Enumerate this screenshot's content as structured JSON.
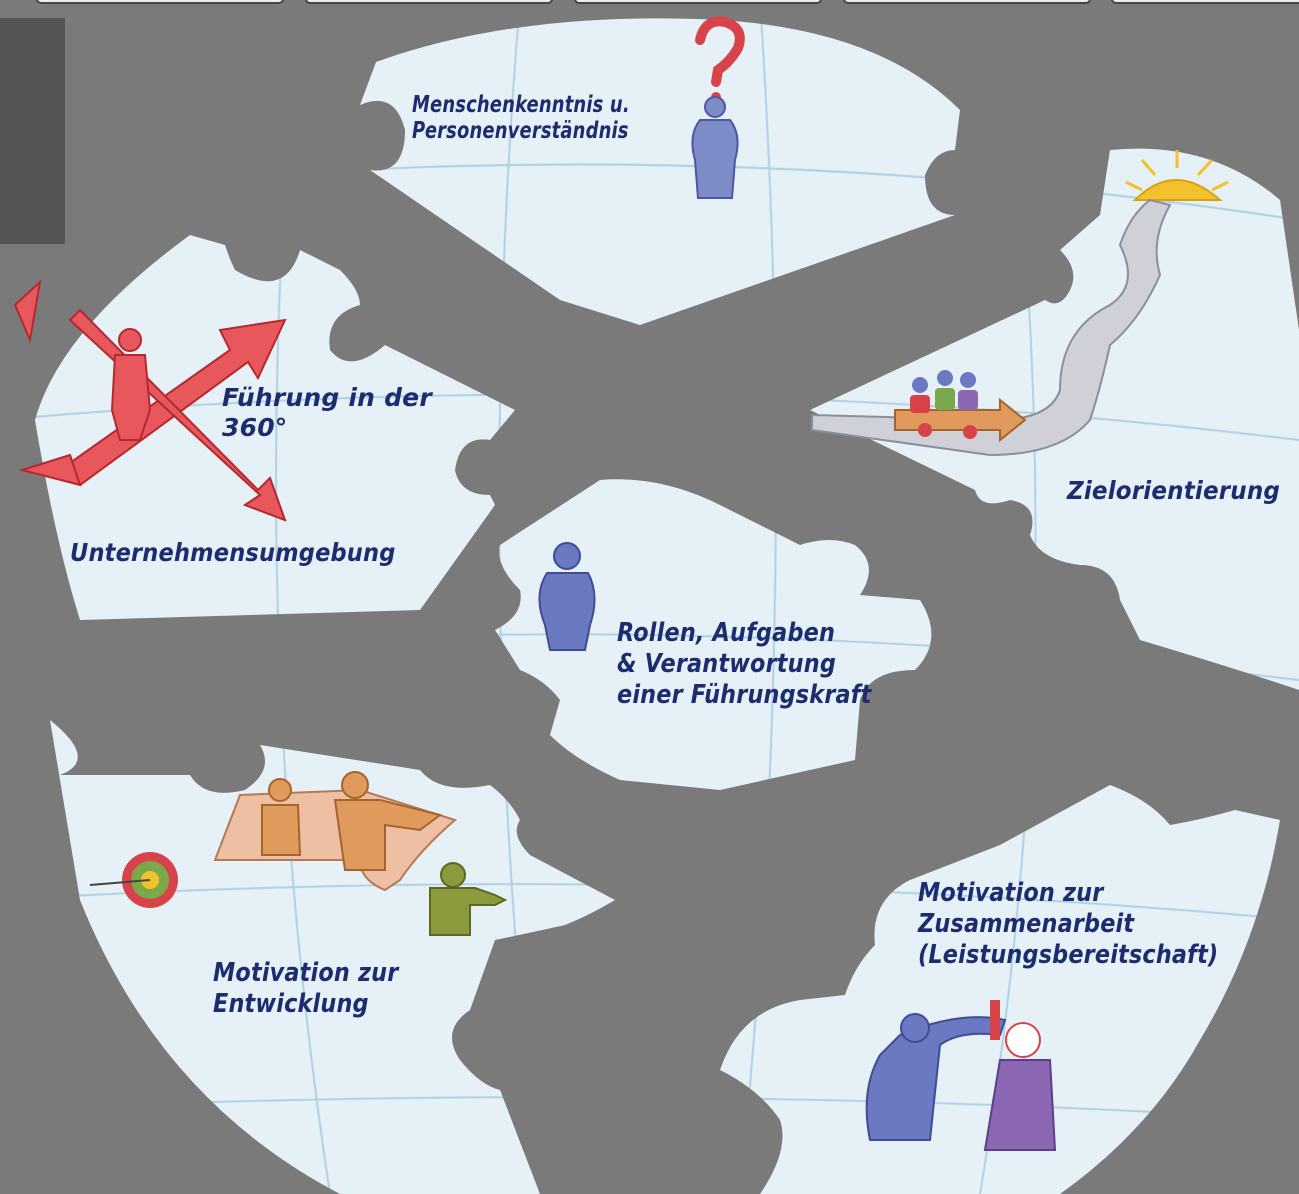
{
  "tabs": [
    "",
    "",
    "",
    "",
    ""
  ],
  "colors": {
    "background": "#7a7a7a",
    "piece_fill": "#e6f0f7",
    "grid_line": "#a9cde0",
    "text": "#1c2c6e",
    "arrow_red": "#d8434a",
    "figure_blue": "#6a79c2",
    "figure_purple": "#8b67b4",
    "figure_orange": "#e09a5c",
    "figure_green": "#8a9a3c",
    "sun_yellow": "#f2c22c"
  },
  "pieces": {
    "top": {
      "label_lines": [
        "Menschenkenntnis u.",
        "Personenverständnis"
      ],
      "icons": [
        "question-mark-icon",
        "person-icon"
      ]
    },
    "left": {
      "label_lines": [
        "Führung in der",
        "360°"
      ],
      "sub_label": "Unternehmensumgebung",
      "icons": [
        "four-way-arrow-icon",
        "person-icon"
      ]
    },
    "right": {
      "label": "Zielorientierung",
      "icons": [
        "road-icon",
        "sun-icon",
        "team-car-icon"
      ]
    },
    "center": {
      "label_lines": [
        "Rollen, Aufgaben",
        "& Verantwortung",
        "einer Führungskraft"
      ],
      "icons": [
        "person-icon"
      ]
    },
    "bottom_left": {
      "label_lines": [
        "Motivation zur",
        "Entwicklung"
      ],
      "icons": [
        "target-icon",
        "map-icon",
        "sitting-person-icon",
        "pointing-person-icon"
      ]
    },
    "bottom_right": {
      "label_lines": [
        "Motivation zur",
        "Zusammenarbeit",
        "(Leistungsbereitschaft)"
      ],
      "icons": [
        "coaching-persons-icon"
      ]
    }
  }
}
